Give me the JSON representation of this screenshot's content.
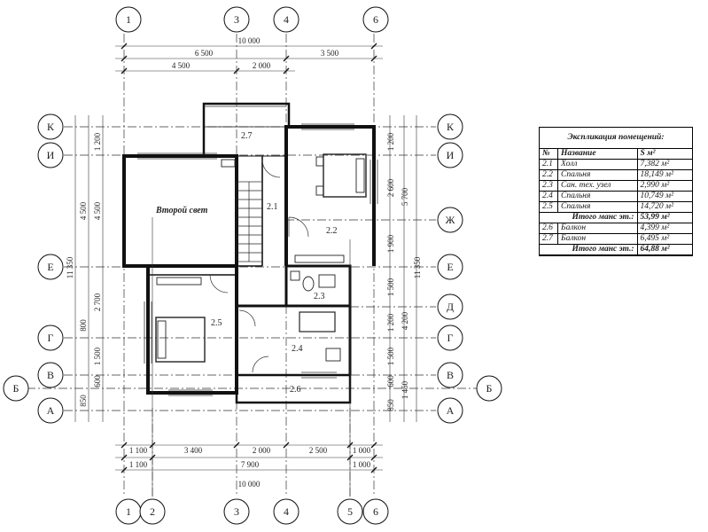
{
  "axes": {
    "top": [
      "1",
      "3",
      "4",
      "6"
    ],
    "bottom": [
      "1",
      "2",
      "3",
      "4",
      "5",
      "6"
    ],
    "left": [
      "К",
      "И",
      "Е",
      "Г",
      "В",
      "Б",
      "А"
    ],
    "right": [
      "К",
      "И",
      "Ж",
      "Е",
      "Д",
      "Г",
      "В",
      "Б",
      "А"
    ]
  },
  "dims": {
    "top_total": "10 000",
    "top_row2": [
      "6 500",
      "3 500"
    ],
    "top_row3": [
      "4 500",
      "2 000"
    ],
    "bottom_row1": [
      "1 100",
      "3 400",
      "2 000",
      "2 500",
      "1 000"
    ],
    "bottom_row2": [
      "1 100",
      "7 900",
      "1 000"
    ],
    "bottom_total": "10 000",
    "left_outer": "11 350",
    "left_mid": [
      "4 500",
      "800",
      "850"
    ],
    "left_inner": [
      "1 200",
      "4 500",
      "2 700",
      "1 500",
      "600"
    ],
    "right_inner": [
      "1 200",
      "2 600",
      "1 900",
      "1 500",
      "1 200",
      "1 500",
      "600"
    ],
    "right_mid": [
      "5 700",
      "4 200",
      "1 450",
      "850"
    ],
    "right_outer": "11 350"
  },
  "rooms": {
    "r27": "2.7",
    "r21": "2.1",
    "r22": "2.2",
    "r23": "2.3",
    "r24": "2.4",
    "r25": "2.5",
    "r26": "2.6",
    "second_light": "Второй свет"
  },
  "legend": {
    "title": "Экспликация помещений:",
    "header": {
      "num": "№",
      "name": "Название",
      "area": "S м²"
    },
    "rows": [
      {
        "num": "2.1",
        "name": "Холл",
        "area": "7,382 м²"
      },
      {
        "num": "2.2",
        "name": "Спальня",
        "area": "18,149 м²"
      },
      {
        "num": "2.3",
        "name": "Сан. тех. узел",
        "area": "2,990 м²"
      },
      {
        "num": "2.4",
        "name": "Спальня",
        "area": "10,749 м²"
      },
      {
        "num": "2.5",
        "name": "Спальня",
        "area": "14,720 м²"
      }
    ],
    "subtotal": {
      "label": "Итого манс эт.:",
      "value": "53,99 м²"
    },
    "rows2": [
      {
        "num": "2.6",
        "name": "Балкон",
        "area": "4,399 м²"
      },
      {
        "num": "2.7",
        "name": "Балкон",
        "area": "6,495 м²"
      }
    ],
    "total": {
      "label": "Итого манс эт.:",
      "value": "64,88 м²"
    }
  }
}
